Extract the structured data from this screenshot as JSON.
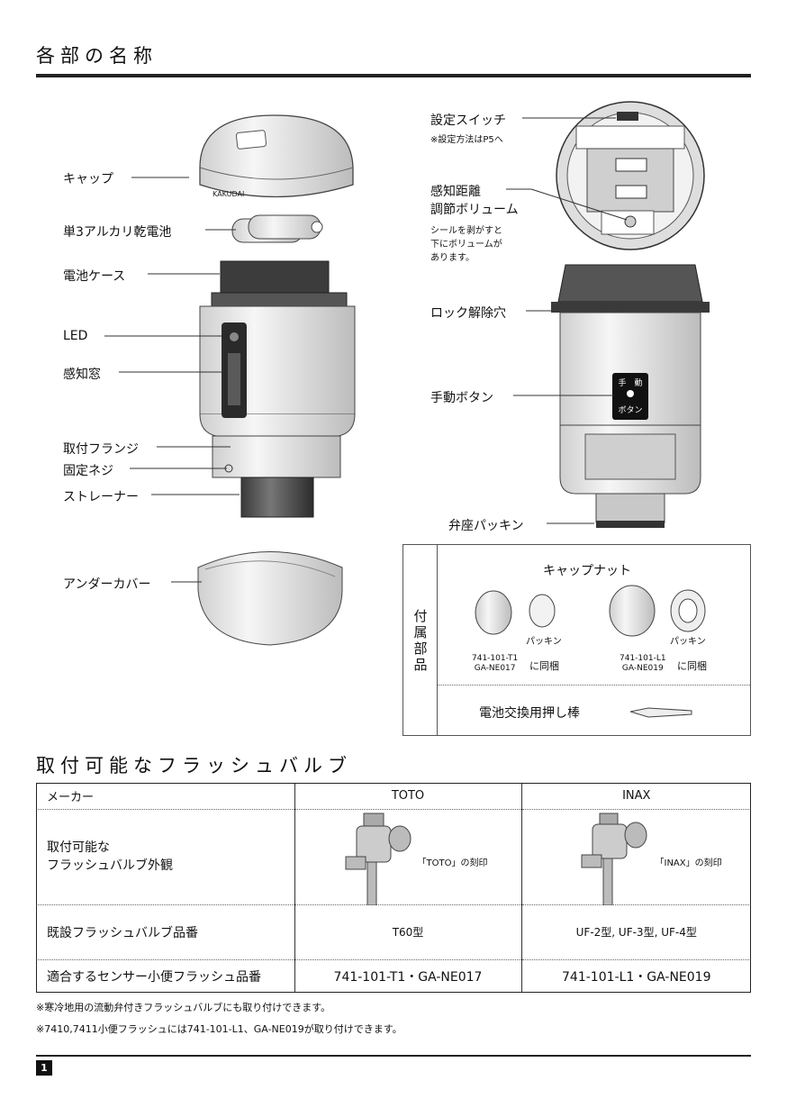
{
  "section1": {
    "title": "各部の名称"
  },
  "left_labels": {
    "cap": "キャップ",
    "battery": "単3アルカリ乾電池",
    "battery_case": "電池ケース",
    "led": "LED",
    "sensor_window": "感知窓",
    "flange": "取付フランジ",
    "set_screw": "固定ネジ",
    "strainer": "ストレーナー",
    "under_cover": "アンダーカバー"
  },
  "cap_brand": "KAKUDAI",
  "right_labels": {
    "setting_switch": "設定スイッチ",
    "setting_note": "※設定方法はP5へ",
    "distance_volume_1": "感知距離",
    "distance_volume_2": "調節ボリューム",
    "seal_note_1": "シールを剥がすと",
    "seal_note_2": "下にボリュームが",
    "seal_note_3": "あります。",
    "lock_hole": "ロック解除穴",
    "manual_button": "手動ボタン",
    "valve_packing": "弁座パッキン"
  },
  "button_face": {
    "line1": "手　動",
    "line2": "ボタン"
  },
  "accessories": {
    "side_title": [
      "付",
      "属",
      "部",
      "品"
    ],
    "cap_nut_title": "キャップナット",
    "packing_a": "パッキン",
    "packing_b": "パッキン",
    "model_a_1": "741-101-T1",
    "model_a_2": "GA-NE017",
    "bundled_a": "に同梱",
    "model_b_1": "741-101-L1",
    "model_b_2": "GA-NE019",
    "bundled_b": "に同梱",
    "push_rod": "電池交換用押し棒"
  },
  "section2": {
    "title": "取付可能なフラッシュバルブ"
  },
  "table": {
    "header": {
      "label": "メーカー",
      "col_toto": "TOTO",
      "col_inax": "INAX"
    },
    "row_appearance": {
      "label_1": "取付可能な",
      "label_2": "フラッシュバルブ外観",
      "toto_mark": "「TOTO」の刻印",
      "inax_mark": "「INAX」の刻印"
    },
    "row_existing": {
      "label": "既設フラッシュバルブ品番",
      "toto": "T60型",
      "inax": "UF-2型, UF-3型, UF-4型"
    },
    "row_compatible": {
      "label": "適合するセンサー小便フラッシュ品番",
      "toto": "741-101-T1・GA-NE017",
      "inax": "741-101-L1・GA-NE019"
    }
  },
  "footnotes": {
    "note1": "※寒冷地用の流動弁付きフラッシュバルブにも取り付けできます。",
    "note2": "※7410,7411小便フラッシュには741-101-L1、GA-NE019が取り付けできます。"
  },
  "page_number": "1"
}
